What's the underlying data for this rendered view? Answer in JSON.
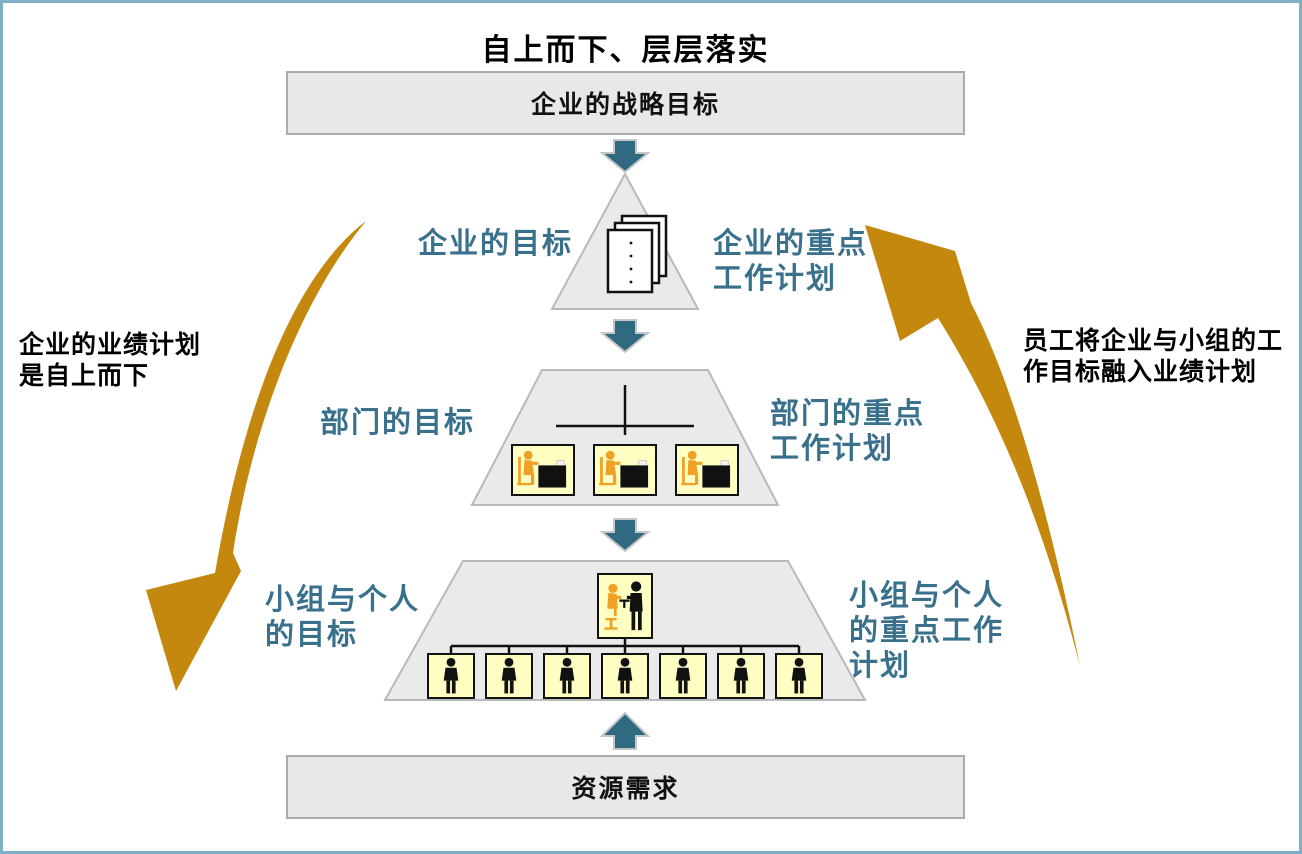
{
  "title": "自上而下、层层落实",
  "boxes": {
    "top": "企业的战略目标",
    "bottom": "资源需求"
  },
  "labels": {
    "l1_left": "企业的目标",
    "l1_right": "企业的重点\n工作计划",
    "l2_left": "部门的目标",
    "l2_right": "部门的重点\n工作计划",
    "l3_left": "小组与个人\n的目标",
    "l3_right": "小组与个人\n的重点工作\n计划"
  },
  "notes": {
    "left": "企业的业绩计划\n是自上而下",
    "right": "员工将企业与小组的工\n作目标融入业绩计划"
  },
  "icons": {
    "down_arrow": "down-block-arrow",
    "up_arrow": "up-block-arrow",
    "curved_left": "curved-arrow-top-down",
    "curved_right": "curved-arrow-bottom-up",
    "documents": "stacked-documents",
    "desk": "person-at-desk",
    "meeting": "two-person-meeting",
    "person": "standing-person"
  },
  "colors": {
    "teal_text": "#39708C",
    "teal_arrow": "#2F6A80",
    "gold": "#C4880E",
    "box_fill": "#E8E8E8",
    "shape_fill": "#EAEAEA",
    "icon_yellow": "#FFFFC4",
    "person_orange": "#EFA125",
    "border_blue": "#7FAFC5"
  }
}
